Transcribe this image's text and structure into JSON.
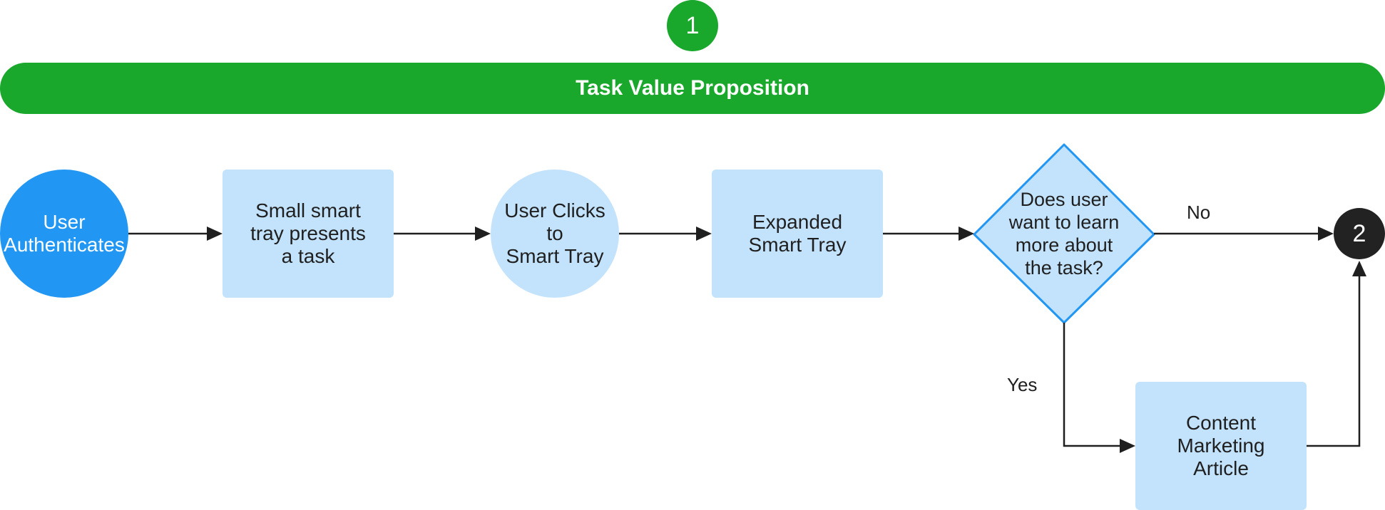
{
  "step_start": "1",
  "header": {
    "title": "Task Value Proposition"
  },
  "nodes": {
    "user_authenticates": "User\nAuthenticates",
    "small_tray": "Small smart\ntray presents\na task",
    "user_clicks": "User Clicks to\nSmart Tray",
    "expanded_tray": "Expanded\nSmart Tray",
    "decision": "Does user\nwant to learn\nmore about\nthe task?",
    "content_article": "Content\nMarketing\nArticle"
  },
  "edge_labels": {
    "no": "No",
    "yes": "Yes"
  },
  "step_end": "2",
  "colors": {
    "green": "#19a82c",
    "blue": "#2196f3",
    "light_blue": "#c3e3fd",
    "dark": "#222222"
  }
}
